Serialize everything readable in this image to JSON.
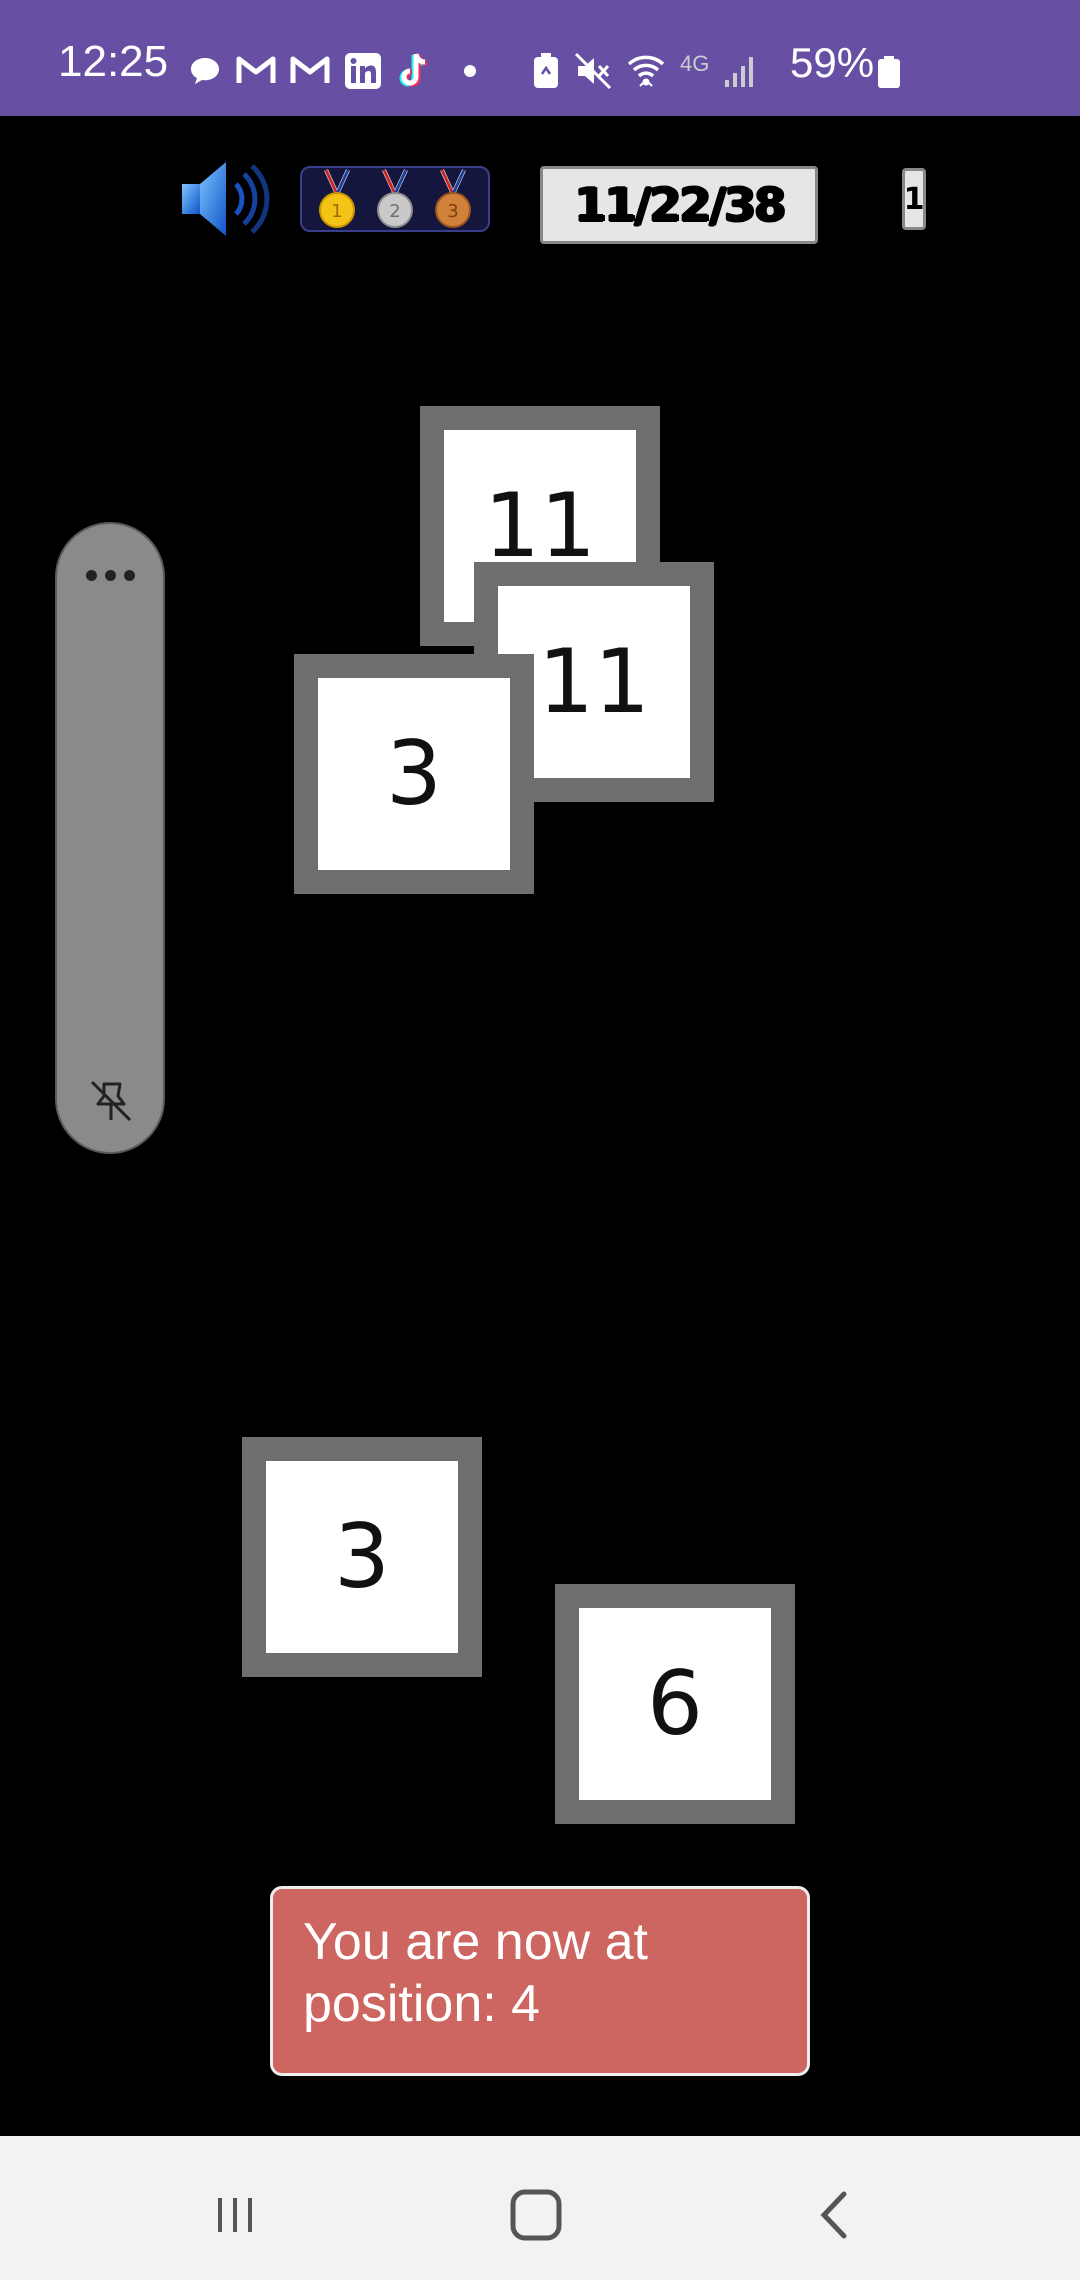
{
  "status_bar": {
    "time": "12:25",
    "battery_percent": "59%",
    "network_type": "4G",
    "left_icons": [
      "chat-icon",
      "gmail-icon",
      "gmail-icon",
      "linkedin-icon",
      "tiktok-icon",
      "dot-icon"
    ],
    "right_icons": [
      "battery-saver-icon",
      "mute-icon",
      "wifi-icon",
      "signal-icon"
    ],
    "background_color": "#6750a4"
  },
  "toolbar": {
    "sound_icon": "speaker-icon",
    "medals": [
      "gold-medal-1",
      "silver-medal-2",
      "bronze-medal-3"
    ],
    "medal_numbers": [
      "1",
      "2",
      "3"
    ],
    "score_text": "11/22/38",
    "count_text": "1"
  },
  "side_panel": {
    "more_icon": "more-dots-icon",
    "unpin_icon": "unpin-icon"
  },
  "tiles": [
    {
      "value": "11"
    },
    {
      "value": "11"
    },
    {
      "value": "3"
    },
    {
      "value": "3"
    },
    {
      "value": "6"
    }
  ],
  "toast": {
    "message": "You are now at position: 4",
    "color": "#cd6560"
  },
  "nav_bar": {
    "buttons": [
      "recents-button",
      "home-button",
      "back-button"
    ]
  }
}
